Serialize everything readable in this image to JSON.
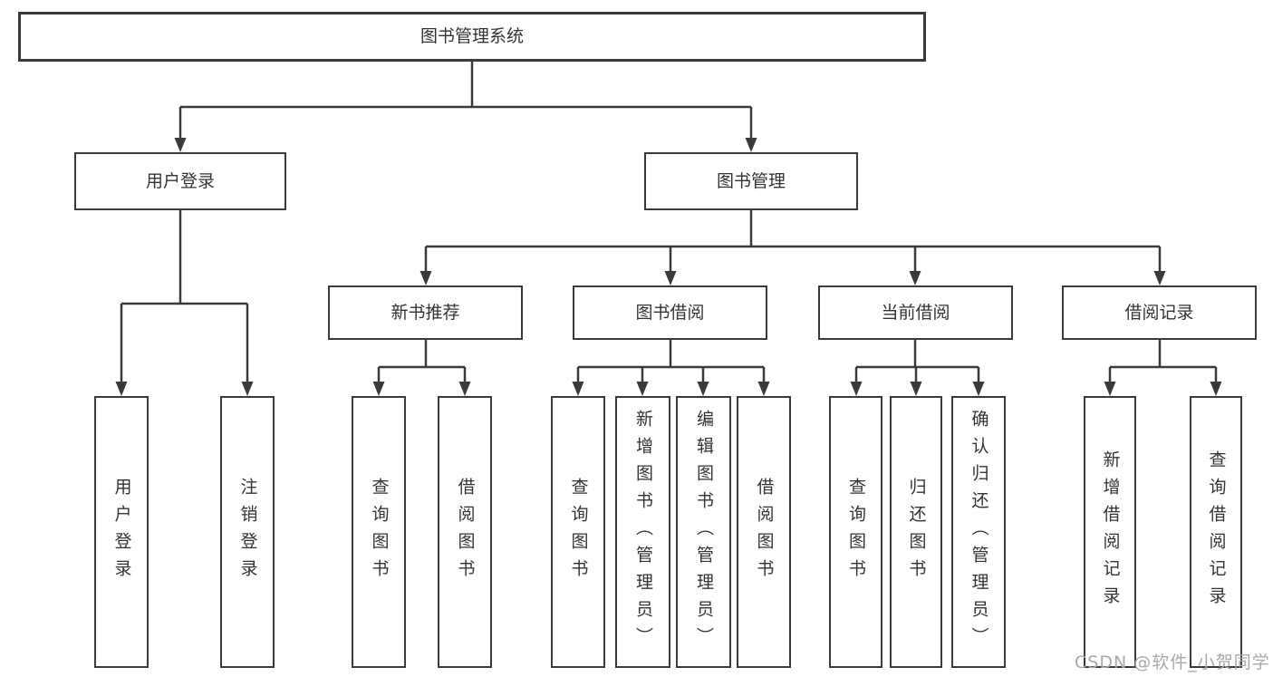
{
  "nodes": {
    "root": "图书管理系统",
    "user_login": "用户登录",
    "book_mgmt": "图书管理",
    "new_book_rec": "新书推荐",
    "book_borrow": "图书借阅",
    "current_borrow": "当前借阅",
    "borrow_records": "借阅记录",
    "ul_login": "用户登录",
    "ul_logout": "注销登录",
    "nb_query_book": "查询图书",
    "nb_borrow_book": "借阅图书",
    "bb_query_book": "查询图书",
    "bb_add_book": "新增图书（管理员）",
    "bb_edit_book": "编辑图书（管理员）",
    "bb_borrow_book": "借阅图书",
    "cb_query_book": "查询图书",
    "cb_return_book": "归还图书",
    "cb_confirm_return": "确认归还（管理员）",
    "br_add_record": "新增借阅记录",
    "br_query_record": "查询借阅记录"
  },
  "watermark": "CSDN @软件_小贺同学",
  "colors": {
    "line": "#3a3a3a",
    "text": "#333333",
    "watermark": "#a9a9a9",
    "background": "#ffffff"
  }
}
